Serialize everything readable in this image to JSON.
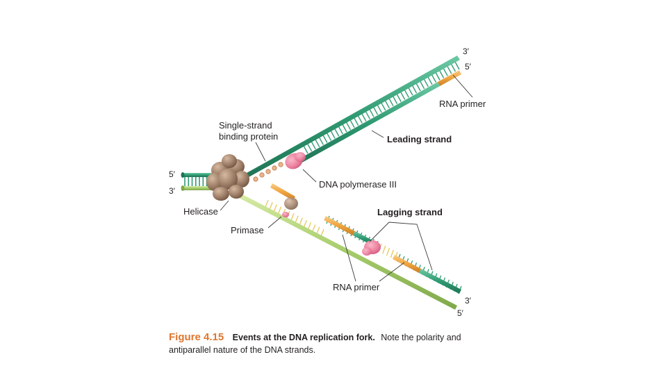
{
  "figure": {
    "caption_number": "Figure 4.15",
    "caption_bold": "Events at the DNA replication fork.",
    "caption_line1_rest": "Note the polarity and",
    "caption_line2": "antiparallel nature of the DNA strands."
  },
  "labels": {
    "ssb": [
      "Single-strand",
      "binding protein"
    ],
    "leading_strand": "Leading strand",
    "rna_primer_top": "RNA primer",
    "dna_polymerase": "DNA polymerase III",
    "lagging_strand": "Lagging strand",
    "helicase": "Helicase",
    "primase": "Primase",
    "rna_primer_bottom": "RNA primer"
  },
  "ends": {
    "parent_top": "5′",
    "parent_bottom": "3′",
    "upper_arm_top": "3′",
    "upper_arm_bottom": "5′",
    "lower_arm_top": "3′",
    "lower_arm_bottom": "5′"
  },
  "colors": {
    "template_green": "#2f9a73",
    "new_green": "#a6cc6b",
    "primer_orange": "#f0a43f",
    "helicase_brown": "#9b7b64",
    "polymerase_pink": "#ec7f9e",
    "rung_yellow": "#e8c75c",
    "caption_orange": "#e0762d"
  }
}
